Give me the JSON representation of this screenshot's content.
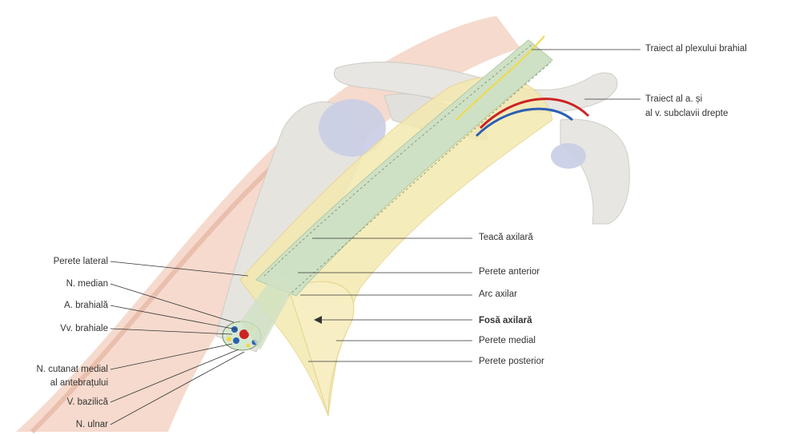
{
  "labels_right": [
    {
      "id": "brachial-plexus-course",
      "text": "Traiect al plexului brahial"
    },
    {
      "id": "subclavian-course-1",
      "text": "Traiect al a. și"
    },
    {
      "id": "subclavian-course-2",
      "text": "al v. subclavii drepte"
    },
    {
      "id": "axillary-sheath",
      "text": "Teacă axilară"
    },
    {
      "id": "anterior-wall",
      "text": "Perete anterior"
    },
    {
      "id": "axillary-arch",
      "text": "Arc axilar"
    },
    {
      "id": "axillary-fossa",
      "text": "Fosă axilară"
    },
    {
      "id": "medial-wall",
      "text": "Perete medial"
    },
    {
      "id": "posterior-wall",
      "text": "Perete posterior"
    }
  ],
  "labels_left": [
    {
      "id": "lateral-wall",
      "text": "Perete lateral"
    },
    {
      "id": "median-nerve",
      "text": "N. median"
    },
    {
      "id": "brachial-artery",
      "text": "A. brahială"
    },
    {
      "id": "brachial-veins",
      "text": "Vv. brahiale"
    },
    {
      "id": "medial-cutaneous-nerve-1",
      "text": "N. cutanat medial"
    },
    {
      "id": "medial-cutaneous-nerve-2",
      "text": "al antebrațului"
    },
    {
      "id": "basilic-vein",
      "text": "V. bazilică"
    },
    {
      "id": "ulnar-nerve",
      "text": "N. ulnar"
    }
  ],
  "colors": {
    "skin": "#f3d3c4",
    "bone": "#e8e6e2",
    "fascia": "#f4e9b0",
    "sheath": "#cfe1c4",
    "artery": "#cc2222",
    "vein": "#2b5fb4",
    "nerve": "#f2d84a"
  }
}
